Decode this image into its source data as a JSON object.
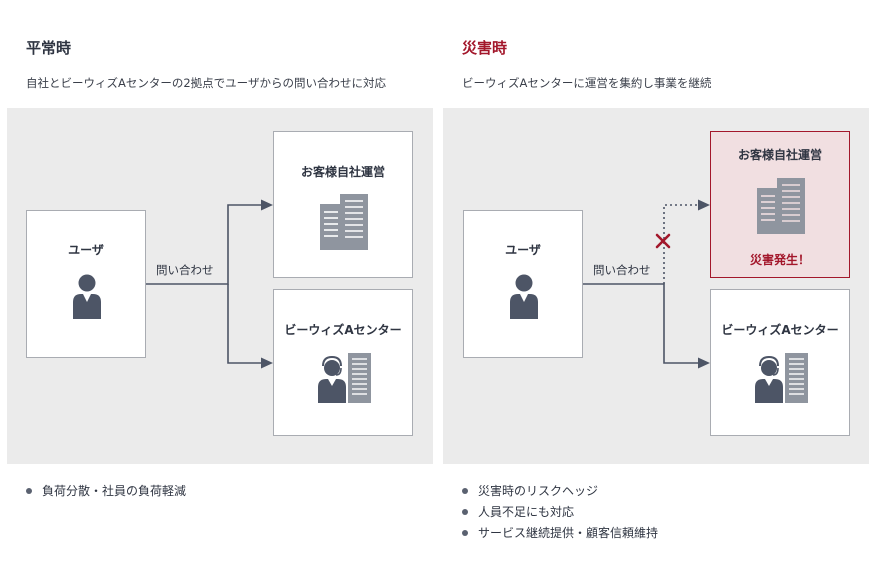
{
  "normal": {
    "title": "平常時",
    "description": "自社とビーウィズAセンターの2拠点でユーザからの問い合わせに対応",
    "user_label": "ユーザ",
    "flow_label": "問い合わせ",
    "own_label": "お客様自社運営",
    "center_label": "ビーウィズAセンター",
    "bullets": [
      "負荷分散・社員の負荷軽減"
    ]
  },
  "disaster": {
    "title": "災害時",
    "description": "ビーウィズAセンターに運営を集約し事業を継続",
    "user_label": "ユーザ",
    "flow_label": "問い合わせ",
    "own_label": "お客様自社運営",
    "alert_label": "災害発生！",
    "center_label": "ビーウィズAセンター",
    "bullets": [
      "災害時のリスクヘッジ",
      "人員不足にも対応",
      "サービス継続提供・顧客信頼維持"
    ]
  },
  "colors": {
    "title_dark": "#2f3542",
    "alert_red": "#a3172b",
    "panel_gray": "#ebebeb",
    "icon_slate": "#4d5566",
    "building_gray": "#8f959f",
    "line": "#4d5566"
  },
  "icons": [
    "user-icon",
    "building-icon",
    "operator-icon",
    "cross-icon"
  ]
}
